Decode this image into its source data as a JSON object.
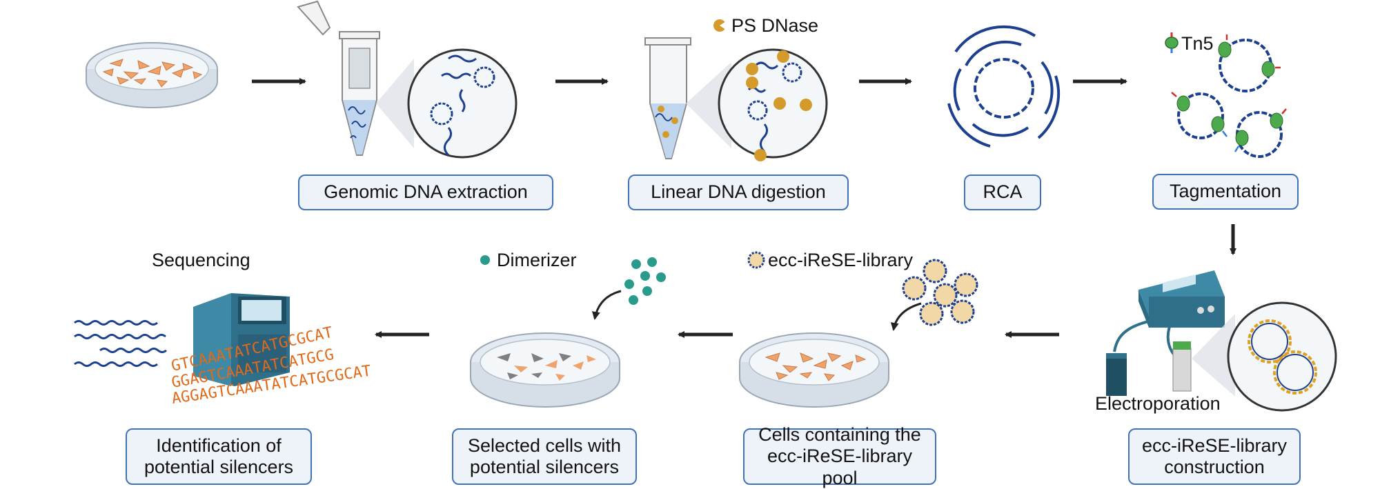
{
  "steps": {
    "genomic_dna_extraction": "Genomic DNA extraction",
    "linear_dna_digestion": "Linear DNA digestion",
    "rca": "RCA",
    "tagmentation": "Tagmentation",
    "library_construction": "ecc-iReSE-library\nconstruction",
    "cells_containing_pool": "Cells containing the\necc-iReSE-library pool",
    "selected_cells": "Selected cells with\npotential silencers",
    "identification": "Identification of\npotential silencers"
  },
  "labels": {
    "ps_dnase": "PS DNase",
    "tn5": "Tn5",
    "ecc_library": "ecc-iReSE-library",
    "dimerizer": "Dimerizer",
    "sequencing": "Sequencing",
    "electroporation": "Electroporation"
  },
  "sequences": {
    "line1": "GTCAAATATCATGCGCAT",
    "line2": "GGAGTCAAATATCATGCG",
    "line3": "AGGAGTCAAATATCATGCGCAT"
  },
  "colors": {
    "box_border": "#3f72b8",
    "box_fill": "#eef3fa",
    "dna_blue": "#1d3f8f",
    "cell_orange": "#f0a26b",
    "cell_gray": "#7d7f82",
    "seq_orange": "#e06a1a",
    "enzyme_gold": "#d59a2c",
    "tn5_green": "#4caa4c",
    "dimerizer_teal": "#2a9a8a",
    "sequencer_teal": "#2f6f8a"
  },
  "icons": {
    "dish_1": "petri-dish-cells-icon",
    "tube_1": "microtube-icon",
    "tube_2": "microtube-icon",
    "rca_circle": "rolling-circle-dna-icon",
    "tn5": "tn5-transposase-icon",
    "electroporator": "electroporator-icon",
    "cuvette": "cuvette-icon",
    "sequencer": "sequencer-icon"
  }
}
